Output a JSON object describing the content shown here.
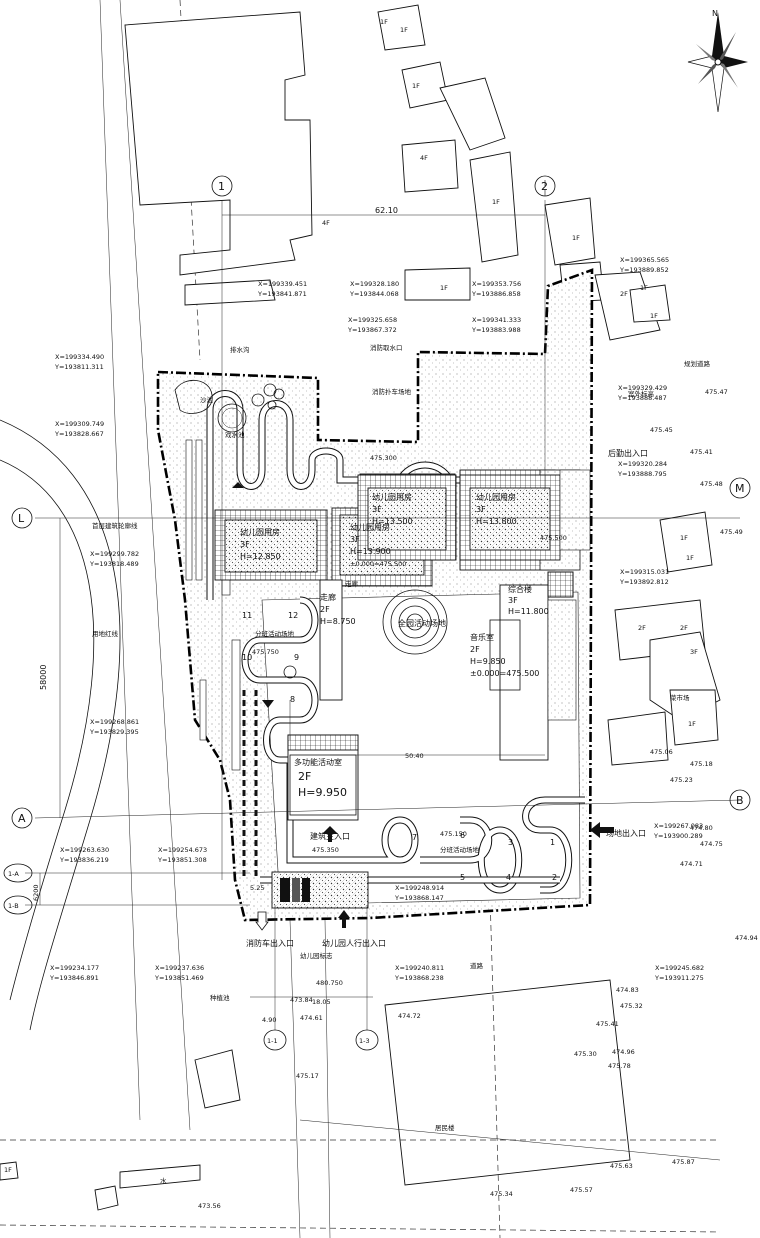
{
  "north": {
    "label": "N"
  },
  "grid_axes": [
    "1",
    "2",
    "L",
    "M",
    "A",
    "B",
    "1-A",
    "1-B",
    "1-1",
    "1-3"
  ],
  "dimensions": {
    "top_width": "62.10",
    "left_height": "58000",
    "road_width": "6200",
    "bottom_a": "18.05",
    "bottom_b": "4.90",
    "center": "50.40",
    "entrance": "5.25"
  },
  "coordinates": [
    "X=199339.451",
    "Y=193841.871",
    "X=199328.180",
    "Y=193844.068",
    "X=199353.756",
    "Y=193886.858",
    "X=199365.565",
    "Y=193889.852",
    "X=199325.658",
    "Y=193867.372",
    "X=199341.333",
    "Y=193883.988",
    "X=199334.490",
    "Y=193811.311",
    "X=199309.749",
    "Y=193828.667",
    "X=199299.782",
    "Y=193818.489",
    "X=199329.429",
    "Y=193888.487",
    "X=199320.284",
    "Y=193888.795",
    "X=199315.031",
    "Y=193892.812",
    "X=199268.861",
    "Y=193829.395",
    "X=199263.630",
    "Y=193836.219",
    "X=199254.673",
    "Y=193851.308",
    "X=199267.083",
    "Y=193900.289",
    "X=199248.914",
    "Y=193868.147",
    "X=199234.177",
    "Y=193846.891",
    "X=199237.636",
    "Y=193851.469",
    "X=199240.811",
    "Y=193868.238",
    "X=199245.682",
    "Y=193911.275"
  ],
  "buildings": [
    {
      "name": "幼儿园用房",
      "floors": "3F",
      "height": "H=12.850"
    },
    {
      "name": "幼儿园用房",
      "floors": "3F",
      "height": "H=13.900",
      "level": "±0.000=475.500"
    },
    {
      "name": "走廊",
      "floors": "2F",
      "height": "H=8.750"
    },
    {
      "name": "多功能活动室",
      "floors": "2F",
      "height": "H=9.950"
    },
    {
      "name": "幼儿园用房",
      "floors": "3F",
      "height": "H=13.500"
    },
    {
      "name": "幼儿园用房",
      "floors": "3F",
      "height": "H=13.800"
    },
    {
      "name": "综合楼",
      "floors": "3F",
      "height": "H=11.800"
    },
    {
      "name": "音乐室",
      "floors": "2F",
      "height": "H=9.850",
      "level": "±0.000=475.500"
    }
  ],
  "labels": {
    "corridor": "走廊",
    "central_plaza": "全园活动场地",
    "shared_play": "分班活动场地",
    "play_area": "分班活动场地",
    "water_pool": "戏水池",
    "sand_pool": "沙池",
    "main_entrance": "建筑主入口",
    "site_entrance": "场地出入口",
    "kids_entrance": "幼儿园人行出入口",
    "fire_entrance": "消防车出入口",
    "back_gate": "后勤出入口",
    "fire_truck": "消防扑车场地",
    "fire_hydrant": "消防取水口",
    "red_line": "用地红线",
    "building_line": "首层建筑轮廓线",
    "drain": "排水沟",
    "tree": "种植池",
    "street": "道路",
    "sign": "幼儿园标志",
    "elevation_label": "室外标高",
    "east_road": "规划道路",
    "school": "菜市场",
    "residence": "居民楼",
    "water": "水"
  },
  "elevations": [
    "475.350",
    "475.750",
    "475.500",
    "475.300",
    "475.150",
    "480.750",
    "473.56",
    "473.84",
    "474.61",
    "475.47",
    "475.41",
    "475.49",
    "475.45",
    "475.48",
    "475.18",
    "475.23",
    "475.06",
    "474.80",
    "474.75",
    "474.72",
    "474.94",
    "474.71",
    "474.83",
    "475.41",
    "474.96",
    "475.32",
    "475.30",
    "475.78",
    "475.17",
    "475.63",
    "475.87",
    "475.57",
    "475.34"
  ],
  "numbers": [
    "1",
    "2",
    "3",
    "4",
    "5",
    "6",
    "7",
    "8",
    "9",
    "10",
    "11",
    "12"
  ],
  "neighbors": [
    "1F",
    "1F",
    "1F",
    "4F",
    "1F",
    "1F",
    "2F",
    "1F",
    "1F",
    "1F",
    "1F",
    "4F",
    "1F",
    "2F",
    "2F",
    "1F",
    "3F",
    "1F"
  ]
}
